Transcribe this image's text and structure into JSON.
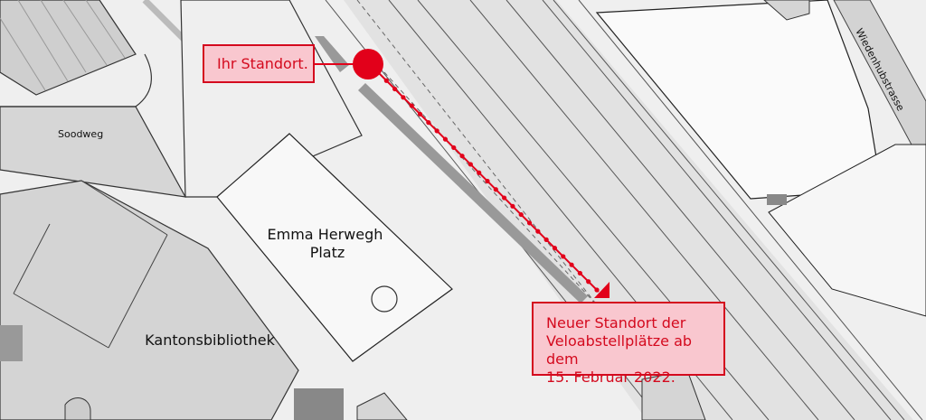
{
  "colors": {
    "accent_red": "#e2001a",
    "callout_fill": "#f9c7cf",
    "building_fill": "#cfcfcf",
    "background": "#efefef"
  },
  "labels": {
    "street_soodweg": "Soodweg",
    "street_wiedenhub": "Wiedenhubstrasse",
    "plaza": "Emma Herwegh\nPlatz",
    "library": "Kantonsbibliothek"
  },
  "markers": {
    "current_location": "Ihr Standort.",
    "new_location": "Neuer Standort der\nVeloabstellplätze ab dem\n15. Februar 2022.",
    "current_icon": "location-dot-icon",
    "new_icon": "triangle-marker-icon"
  }
}
